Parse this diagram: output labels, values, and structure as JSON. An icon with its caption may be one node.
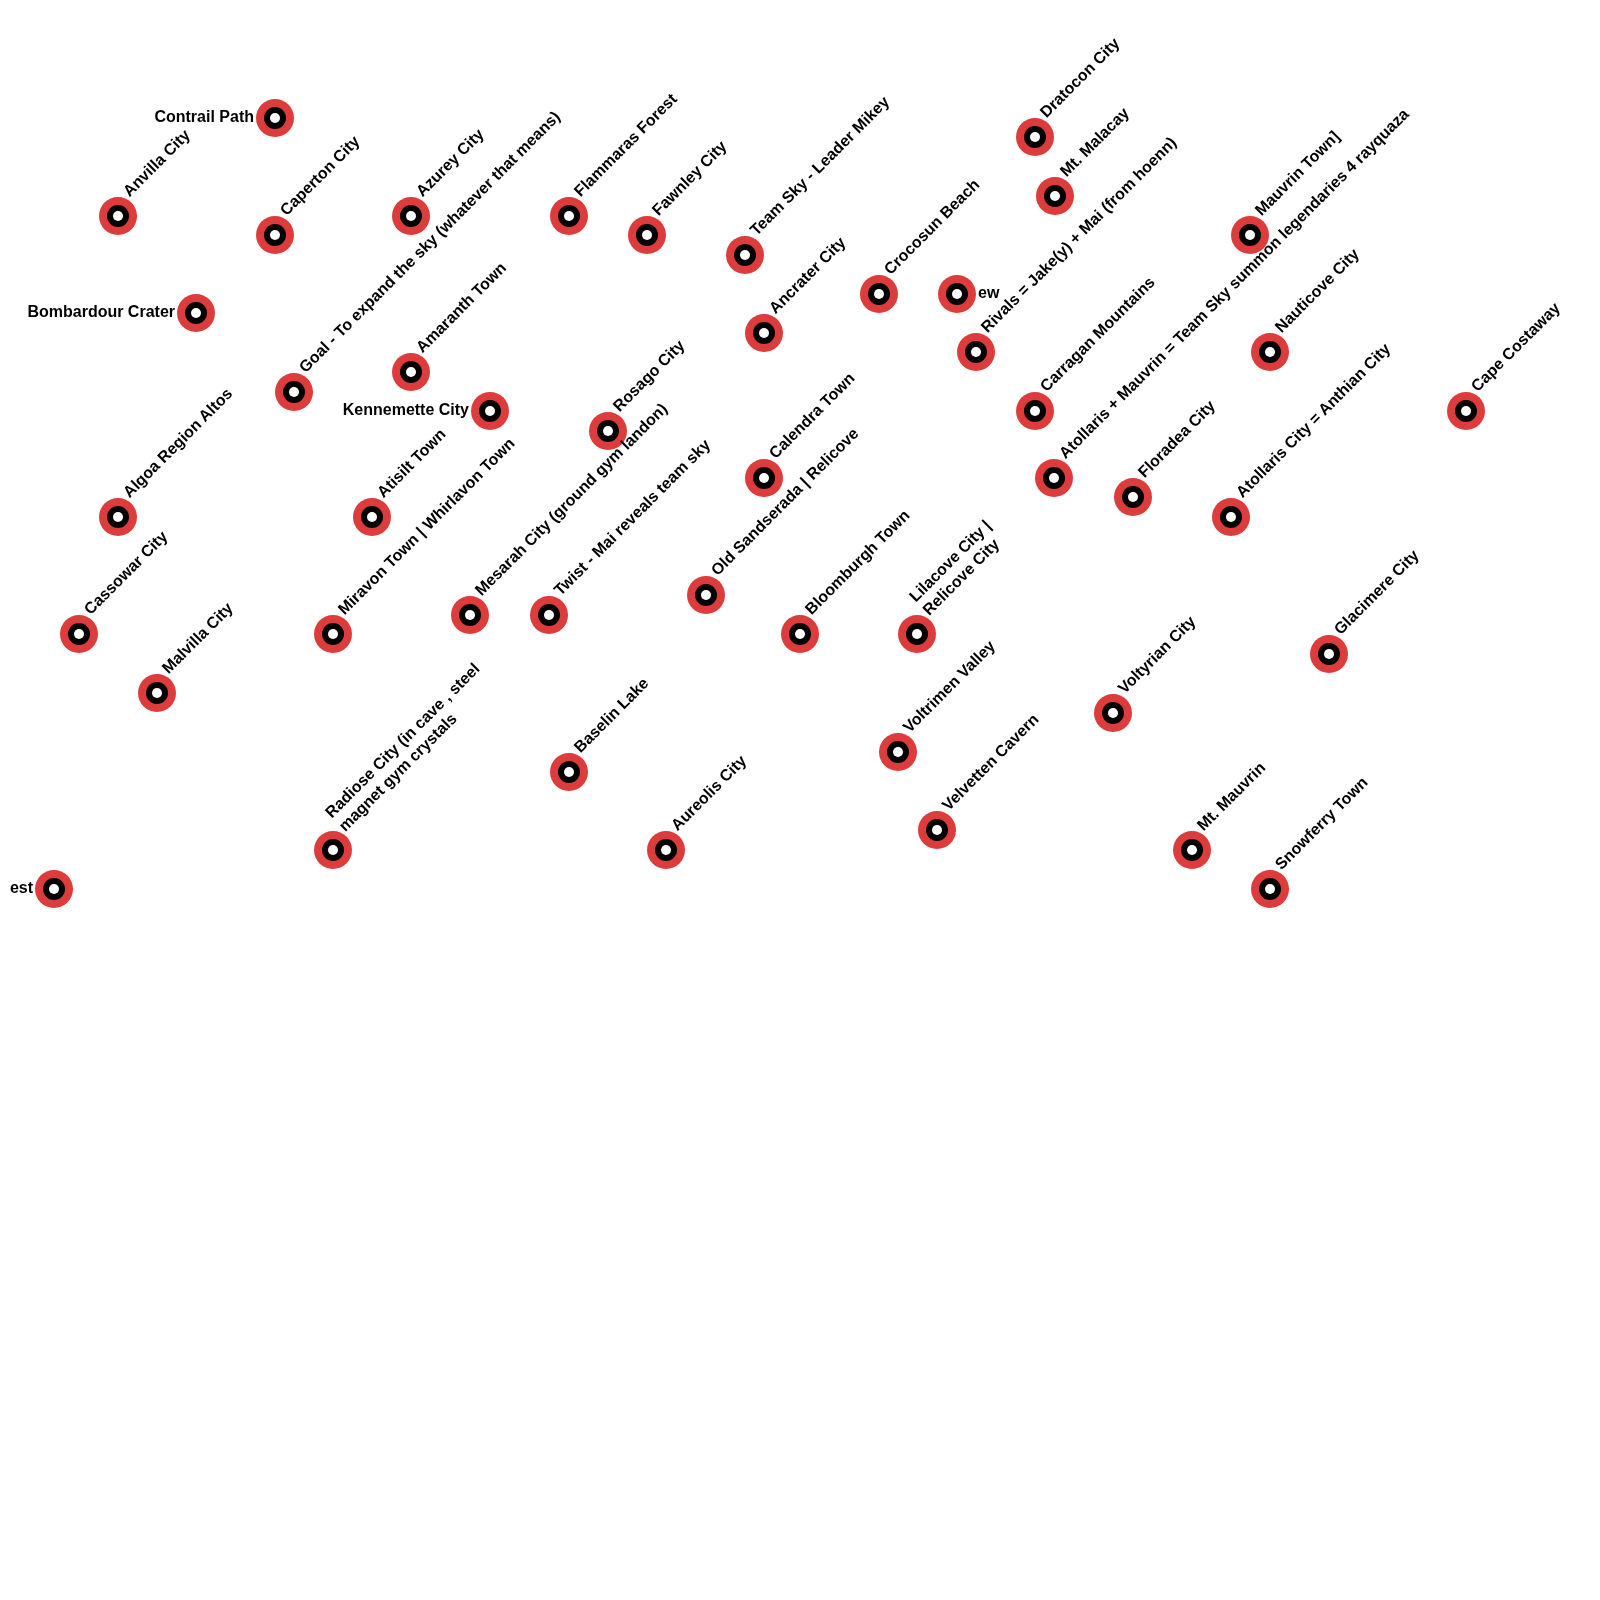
{
  "diagram": {
    "nodes": [
      {
        "text": [
          "Contrail Path"
        ]
      },
      {
        "text": [
          "Anvilla City"
        ]
      },
      {
        "text": [
          "Caperton City"
        ]
      },
      {
        "text": [
          "Azurey City"
        ]
      },
      {
        "text": [
          "Flammaras Forest"
        ]
      },
      {
        "text": [
          "Fawnley City"
        ]
      },
      {
        "text": [
          "Team Sky - Leader Mikey"
        ]
      },
      {
        "text": [
          "Dratocon City"
        ]
      },
      {
        "text": [
          "Mt. Malacay"
        ]
      },
      {
        "text": [
          "Mauvrin Town]"
        ]
      },
      {
        "text": [
          "Bombardour Crater"
        ]
      },
      {
        "text": [
          "Goal - To expand the sky (whatever that means)"
        ]
      },
      {
        "text": [
          "Amaranth Town"
        ]
      },
      {
        "text": [
          "Kennemette City"
        ]
      },
      {
        "text": [
          "Rosago City"
        ]
      },
      {
        "text": [
          "Ancrater City"
        ]
      },
      {
        "text": [
          "Crocosun Beach"
        ]
      },
      {
        "text": [
          "ew"
        ]
      },
      {
        "text": [
          "Rivals = Jake(y) + Mai (from hoenn)"
        ]
      },
      {
        "text": [
          "Nauticove City"
        ]
      },
      {
        "text": [
          "Carragan Mountains"
        ]
      },
      {
        "text": [
          "Cape Costaway"
        ]
      },
      {
        "text": [
          "Algoa Region  Altos"
        ]
      },
      {
        "text": [
          "Atisilt Town"
        ]
      },
      {
        "text": [
          "Calendra Town"
        ]
      },
      {
        "text": [
          "Atollaris + Mauvrin = Team Sky summon legendaries 4 rayquaza"
        ]
      },
      {
        "text": [
          "Floradea City"
        ]
      },
      {
        "text": [
          "Atollaris City = Anthian City"
        ]
      },
      {
        "text": [
          "Old Sandserada | Relicove"
        ]
      },
      {
        "text": [
          "Mesarah City (ground gym landon)"
        ]
      },
      {
        "text": [
          "Twist - Mai reveals team sky"
        ]
      },
      {
        "text": [
          "Cassowar City"
        ]
      },
      {
        "text": [
          "Miravon Town | Whirlavon Town"
        ]
      },
      {
        "text": [
          "Bloomburgh Town"
        ]
      },
      {
        "text": [
          "Lilacove City | Relicove City"
        ]
      },
      {
        "text": [
          "Glacimere City"
        ]
      },
      {
        "text": [
          "Malvilla City"
        ]
      },
      {
        "text": [
          "Voltyrian City"
        ]
      },
      {
        "text": [
          "Voltrimen Valley"
        ]
      },
      {
        "text": [
          "Baselin Lake"
        ]
      },
      {
        "text": [
          "Velvetten Cavern"
        ]
      },
      {
        "text": [
          "Radiose City (in cave , steel magnet gym crystals"
        ]
      },
      {
        "text": [
          "Aureolis City"
        ]
      },
      {
        "text": [
          "Mt. Mauvrin"
        ]
      },
      {
        "text": [
          "est"
        ]
      },
      {
        "text": [
          "Snowferry Town"
        ]
      }
    ]
  }
}
